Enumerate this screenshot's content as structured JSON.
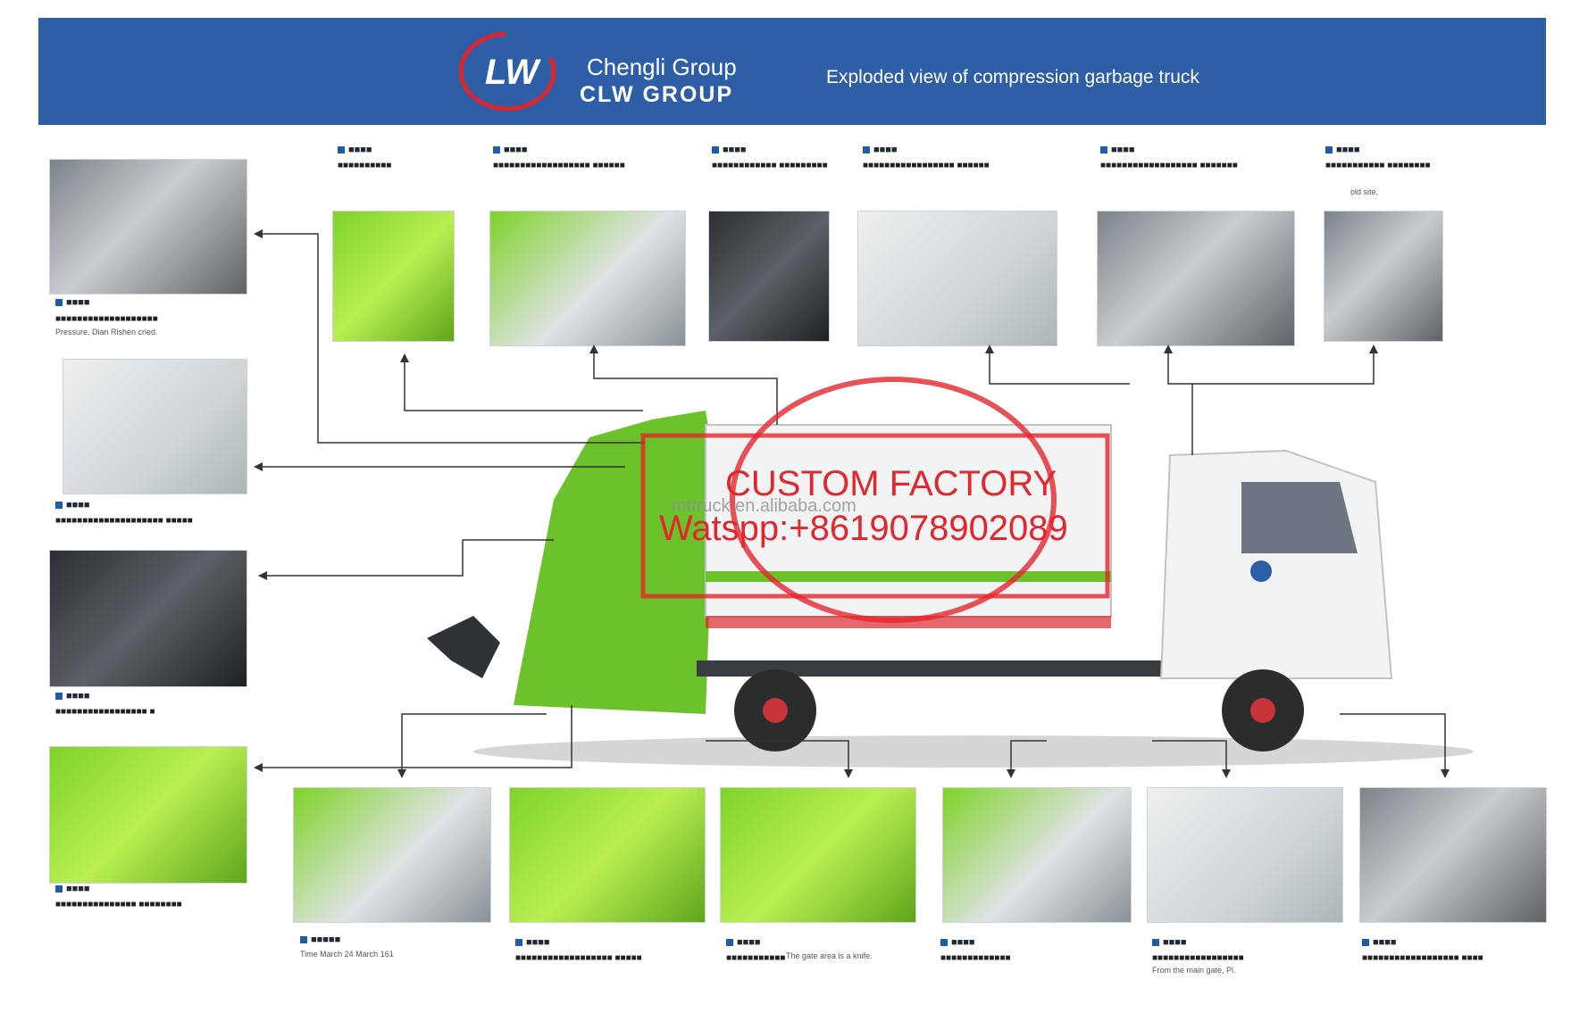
{
  "header": {
    "brand_name": "Chengli Group",
    "brand_name_2": "CLW GROUP",
    "title": "Exploded view of compression garbage truck",
    "color": "#2d5ea6"
  },
  "left_captions": [
    {
      "head": "■■■■",
      "text": "■■■■■■■■■■■■■■■■■■■",
      "small": "Pressure, Dian Rishen cried."
    },
    {
      "head": "■■■■",
      "text": "■■■■■■■■■■■■■■■■■■■■ ■■■■■",
      "small": ""
    },
    {
      "head": "■■■■",
      "text": "■■■■■■■■■■■■■■■■■ ■",
      "small": ""
    },
    {
      "head": "■■■■",
      "text": "■■■■■■■■■■■■■■■ ■■■■■■■■",
      "small": ""
    }
  ],
  "top_captions": [
    {
      "head": "■■■■",
      "text": "■■■■■■■■■■",
      "small": ""
    },
    {
      "head": "■■■■",
      "text": "■■■■■■■■■■■■■■■■■■ ■■■■■■",
      "small": ""
    },
    {
      "head": "■■■■",
      "text": "■■■■■■■■■■■■ ■■■■■■■■■",
      "small": ""
    },
    {
      "head": "■■■■",
      "text": "■■■■■■■■■■■■■■■■■ ■■■■■■",
      "small": ""
    },
    {
      "head": "■■■■",
      "text": "■■■■■■■■■■■■■■■■■■ ■■■■■■■",
      "small": ""
    },
    {
      "head": "■■■■",
      "text": "■■■■■■■■■■■ ■■■■■■■■",
      "small": "old site,"
    }
  ],
  "bottom_captions": [
    {
      "head": "■■■■■",
      "text": "",
      "small": "Time March 24 March 161"
    },
    {
      "head": "■■■■",
      "text": "■■■■■■■■■■■■■■■■■■ ■■■■■",
      "small": ""
    },
    {
      "head": "■■■■",
      "text": "■■■■■■■■■■■",
      "small": "The gate area is a knife."
    },
    {
      "head": "■■■■",
      "text": "■■■■■■■■■■■■■",
      "small": ""
    },
    {
      "head": "■■■■",
      "text": "■■■■■■■■■■■■■■■■■",
      "small": "From the main gate, Pl."
    },
    {
      "head": "■■■■",
      "text": "■■■■■■■■■■■■■■■■■■ ■■■■",
      "small": ""
    }
  ],
  "watermark": {
    "line1": "CUSTOM FACTORY",
    "line2": "Watspp:+8619078902089",
    "site": "mttruck.en.alibaba.com",
    "color": "#e3262c"
  },
  "truck_colors": {
    "green": "#6cc22a",
    "cab": "#f2f3f4",
    "wheel": "#2a2c2e"
  }
}
